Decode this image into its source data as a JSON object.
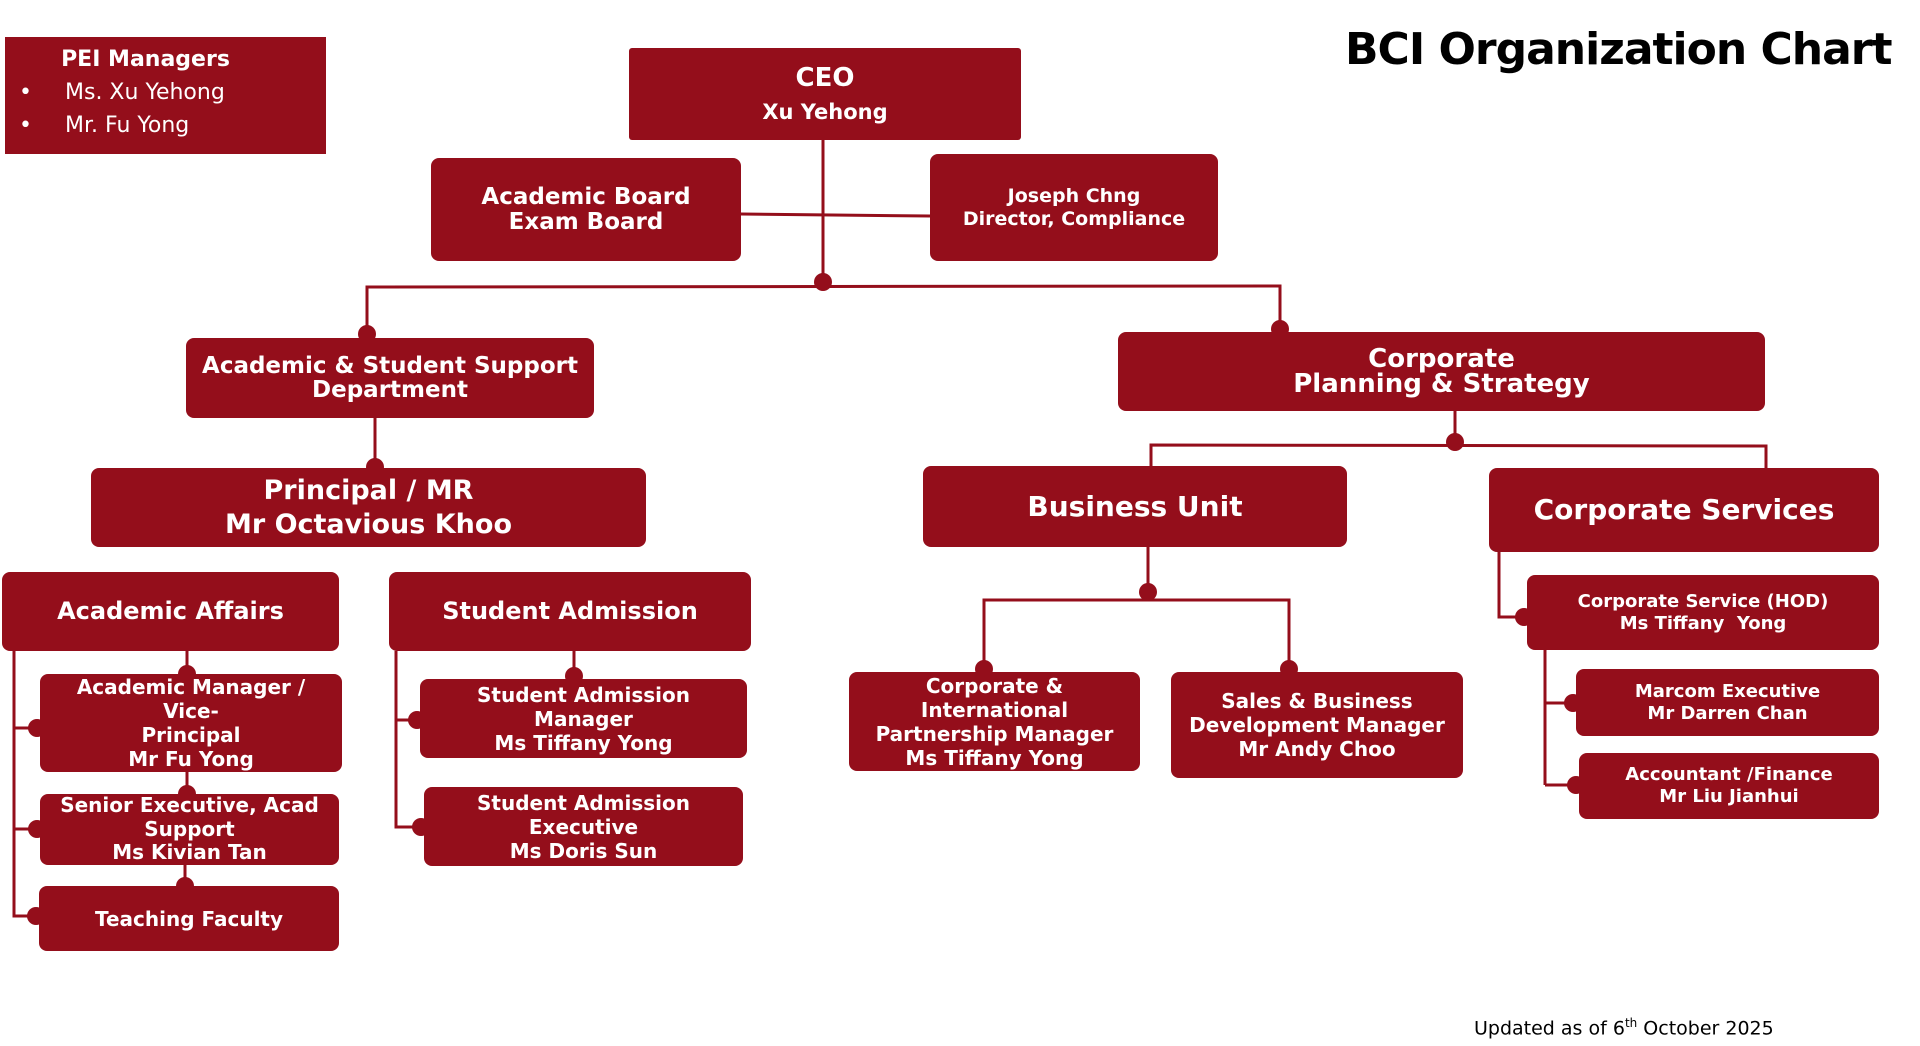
{
  "title": "BCI Organization Chart",
  "footer": {
    "prefix": "Updated as of 6",
    "superscript": "th",
    "suffix": " October 2025"
  },
  "pei_managers": {
    "heading": "PEI Managers",
    "bullet": "•",
    "items": [
      "Ms. Xu Yehong",
      "Mr. Fu Yong"
    ]
  },
  "colors": {
    "brand": "#940e1b",
    "line": "#940e1b",
    "text": "#ffffff"
  },
  "nodes": {
    "ceo": {
      "lines": [
        "CEO",
        "Xu Yehong"
      ]
    },
    "academic_board": {
      "lines": [
        "Academic Board",
        "Exam Board"
      ]
    },
    "compliance": {
      "lines": [
        "Joseph Chng",
        "Director, Compliance"
      ]
    },
    "assd": {
      "lines": [
        "Academic & Student Support",
        "Department"
      ]
    },
    "cps": {
      "lines": [
        "Corporate",
        "Planning & Strategy"
      ]
    },
    "principal": {
      "lines": [
        "Principal / MR",
        "Mr Octavious Khoo"
      ]
    },
    "business_unit": {
      "lines": [
        "Business Unit"
      ]
    },
    "corporate_services": {
      "lines": [
        "Corporate Services"
      ]
    },
    "academic_affairs": {
      "lines": [
        "Academic Affairs"
      ]
    },
    "student_admission": {
      "lines": [
        "Student Admission"
      ]
    },
    "academic_manager": {
      "lines": [
        "Academic Manager / Vice-",
        "Principal",
        "Mr Fu Yong"
      ]
    },
    "senior_exec": {
      "lines": [
        "Senior Executive, Acad",
        "Support",
        "Ms Kivian Tan"
      ]
    },
    "teaching_faculty": {
      "lines": [
        "Teaching Faculty"
      ]
    },
    "sa_manager": {
      "lines": [
        "Student Admission Manager",
        "Ms Tiffany Yong"
      ]
    },
    "sa_executive": {
      "lines": [
        "Student Admission Executive",
        "Ms Doris Sun"
      ]
    },
    "cip_manager": {
      "lines": [
        "Corporate & International",
        "Partnership Manager",
        "Ms Tiffany Yong"
      ]
    },
    "sbd_manager": {
      "lines": [
        "Sales & Business",
        "Development Manager",
        "Mr Andy Choo"
      ]
    },
    "cs_hod": {
      "lines": [
        "Corporate Service (HOD)",
        "Ms Tiffany  Yong"
      ]
    },
    "marcom": {
      "lines": [
        "Marcom Executive",
        "Mr Darren Chan"
      ]
    },
    "accountant": {
      "lines": [
        "Accountant /Finance",
        "Mr Liu Jianhui"
      ]
    }
  }
}
